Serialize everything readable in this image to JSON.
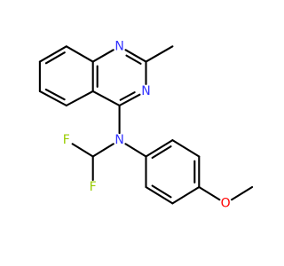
{
  "molecule": {
    "colors": {
      "bond": "#000000",
      "N": "#3333ff",
      "F": "#99cc00",
      "O": "#ff0000",
      "background": "#ffffff"
    },
    "atoms": [
      {
        "id": "n1",
        "symbol": "N",
        "label": "N"
      },
      {
        "id": "n3",
        "symbol": "N",
        "label": "N"
      },
      {
        "id": "n_amine",
        "symbol": "N",
        "label": "N"
      },
      {
        "id": "f1",
        "symbol": "F",
        "label": "F"
      },
      {
        "id": "f2",
        "symbol": "F",
        "label": "F"
      },
      {
        "id": "o1",
        "symbol": "O",
        "label": "O"
      }
    ]
  }
}
